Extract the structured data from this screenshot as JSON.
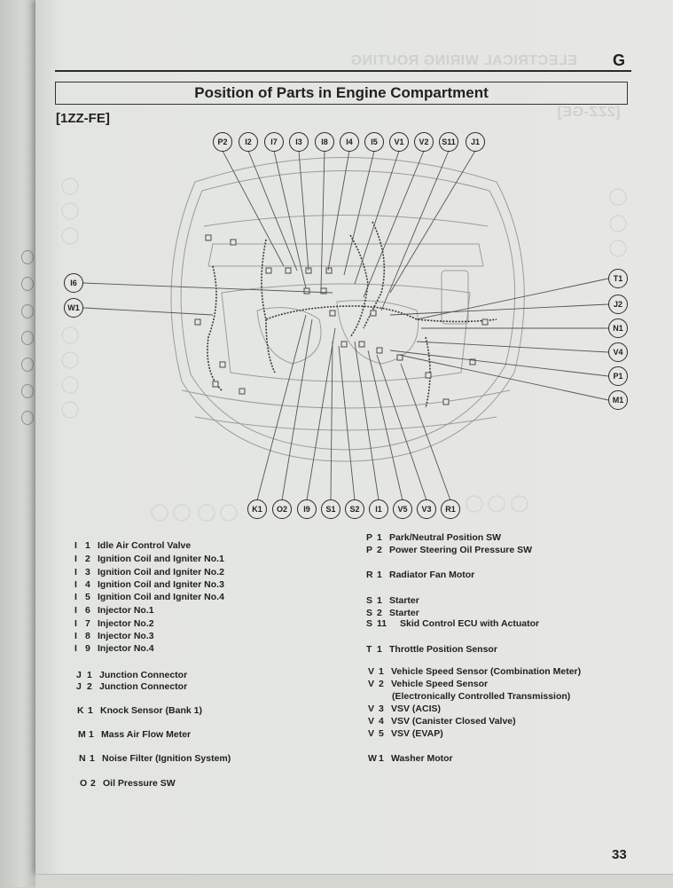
{
  "header": {
    "section_letter": "G",
    "bleed_through_title": "ELECTRICAL WIRING ROUTING",
    "bleed_through_code": "[2ZZ-GE]"
  },
  "title": "Position of Parts in Engine Compartment",
  "engine_code": "[1ZZ-FE]",
  "diagram": {
    "top_callouts": [
      "P2",
      "I2",
      "I7",
      "I3",
      "I8",
      "I4",
      "I5",
      "V1",
      "V2",
      "S11",
      "J1"
    ],
    "left_callouts": [
      "I6",
      "W1"
    ],
    "right_callouts": [
      "T1",
      "J2",
      "N1",
      "V4",
      "P1",
      "M1"
    ],
    "bottom_callouts": [
      "K1",
      "O2",
      "I9",
      "S1",
      "S2",
      "I1",
      "V5",
      "V3",
      "R1"
    ]
  },
  "legend": {
    "left_column": [
      {
        "code": "I",
        "num": "1",
        "name": "Idle Air Control Valve"
      },
      {
        "code": "I",
        "num": "2",
        "name": "Ignition Coil and Igniter No.1"
      },
      {
        "code": "I",
        "num": "3",
        "name": "Ignition Coil and Igniter No.2"
      },
      {
        "code": "I",
        "num": "4",
        "name": "Ignition Coil and Igniter No.3"
      },
      {
        "code": "I",
        "num": "5",
        "name": "Ignition Coil and Igniter No.4"
      },
      {
        "code": "I",
        "num": "6",
        "name": "Injector No.1"
      },
      {
        "code": "I",
        "num": "7",
        "name": "Injector No.2"
      },
      {
        "code": "I",
        "num": "8",
        "name": "Injector No.3"
      },
      {
        "code": "I",
        "num": "9",
        "name": "Injector No.4"
      },
      {
        "code": "J",
        "num": "1",
        "name": "Junction Connector"
      },
      {
        "code": "J",
        "num": "2",
        "name": "Junction Connector"
      },
      {
        "code": "K",
        "num": "1",
        "name": "Knock Sensor (Bank 1)"
      },
      {
        "code": "M",
        "num": "1",
        "name": "Mass Air Flow Meter"
      },
      {
        "code": "N",
        "num": "1",
        "name": "Noise Filter (Ignition System)"
      },
      {
        "code": "O",
        "num": "2",
        "name": "Oil Pressure SW"
      }
    ],
    "right_column": [
      {
        "code": "P",
        "num": "1",
        "name": "Park/Neutral Position SW"
      },
      {
        "code": "P",
        "num": "2",
        "name": "Power Steering Oil Pressure SW"
      },
      {
        "code": "R",
        "num": "1",
        "name": "Radiator Fan Motor"
      },
      {
        "code": "S",
        "num": "1",
        "name": "Starter"
      },
      {
        "code": "S",
        "num": "2",
        "name": "Starter"
      },
      {
        "code": "S",
        "num": "11",
        "name": "Skid Control ECU with Actuator"
      },
      {
        "code": "T",
        "num": "1",
        "name": "Throttle Position Sensor"
      },
      {
        "code": "V",
        "num": "1",
        "name": "Vehicle Speed Sensor (Combination Meter)"
      },
      {
        "code": "V",
        "num": "2",
        "name": "Vehicle Speed Sensor"
      },
      {
        "code": "",
        "num": "",
        "name": "(Electronically Controlled Transmission)"
      },
      {
        "code": "V",
        "num": "3",
        "name": "VSV (ACIS)"
      },
      {
        "code": "V",
        "num": "4",
        "name": "VSV (Canister Closed Valve)"
      },
      {
        "code": "V",
        "num": "5",
        "name": "VSV (EVAP)"
      },
      {
        "code": "W",
        "num": "1",
        "name": "Washer Motor"
      }
    ]
  },
  "page_number": "33"
}
